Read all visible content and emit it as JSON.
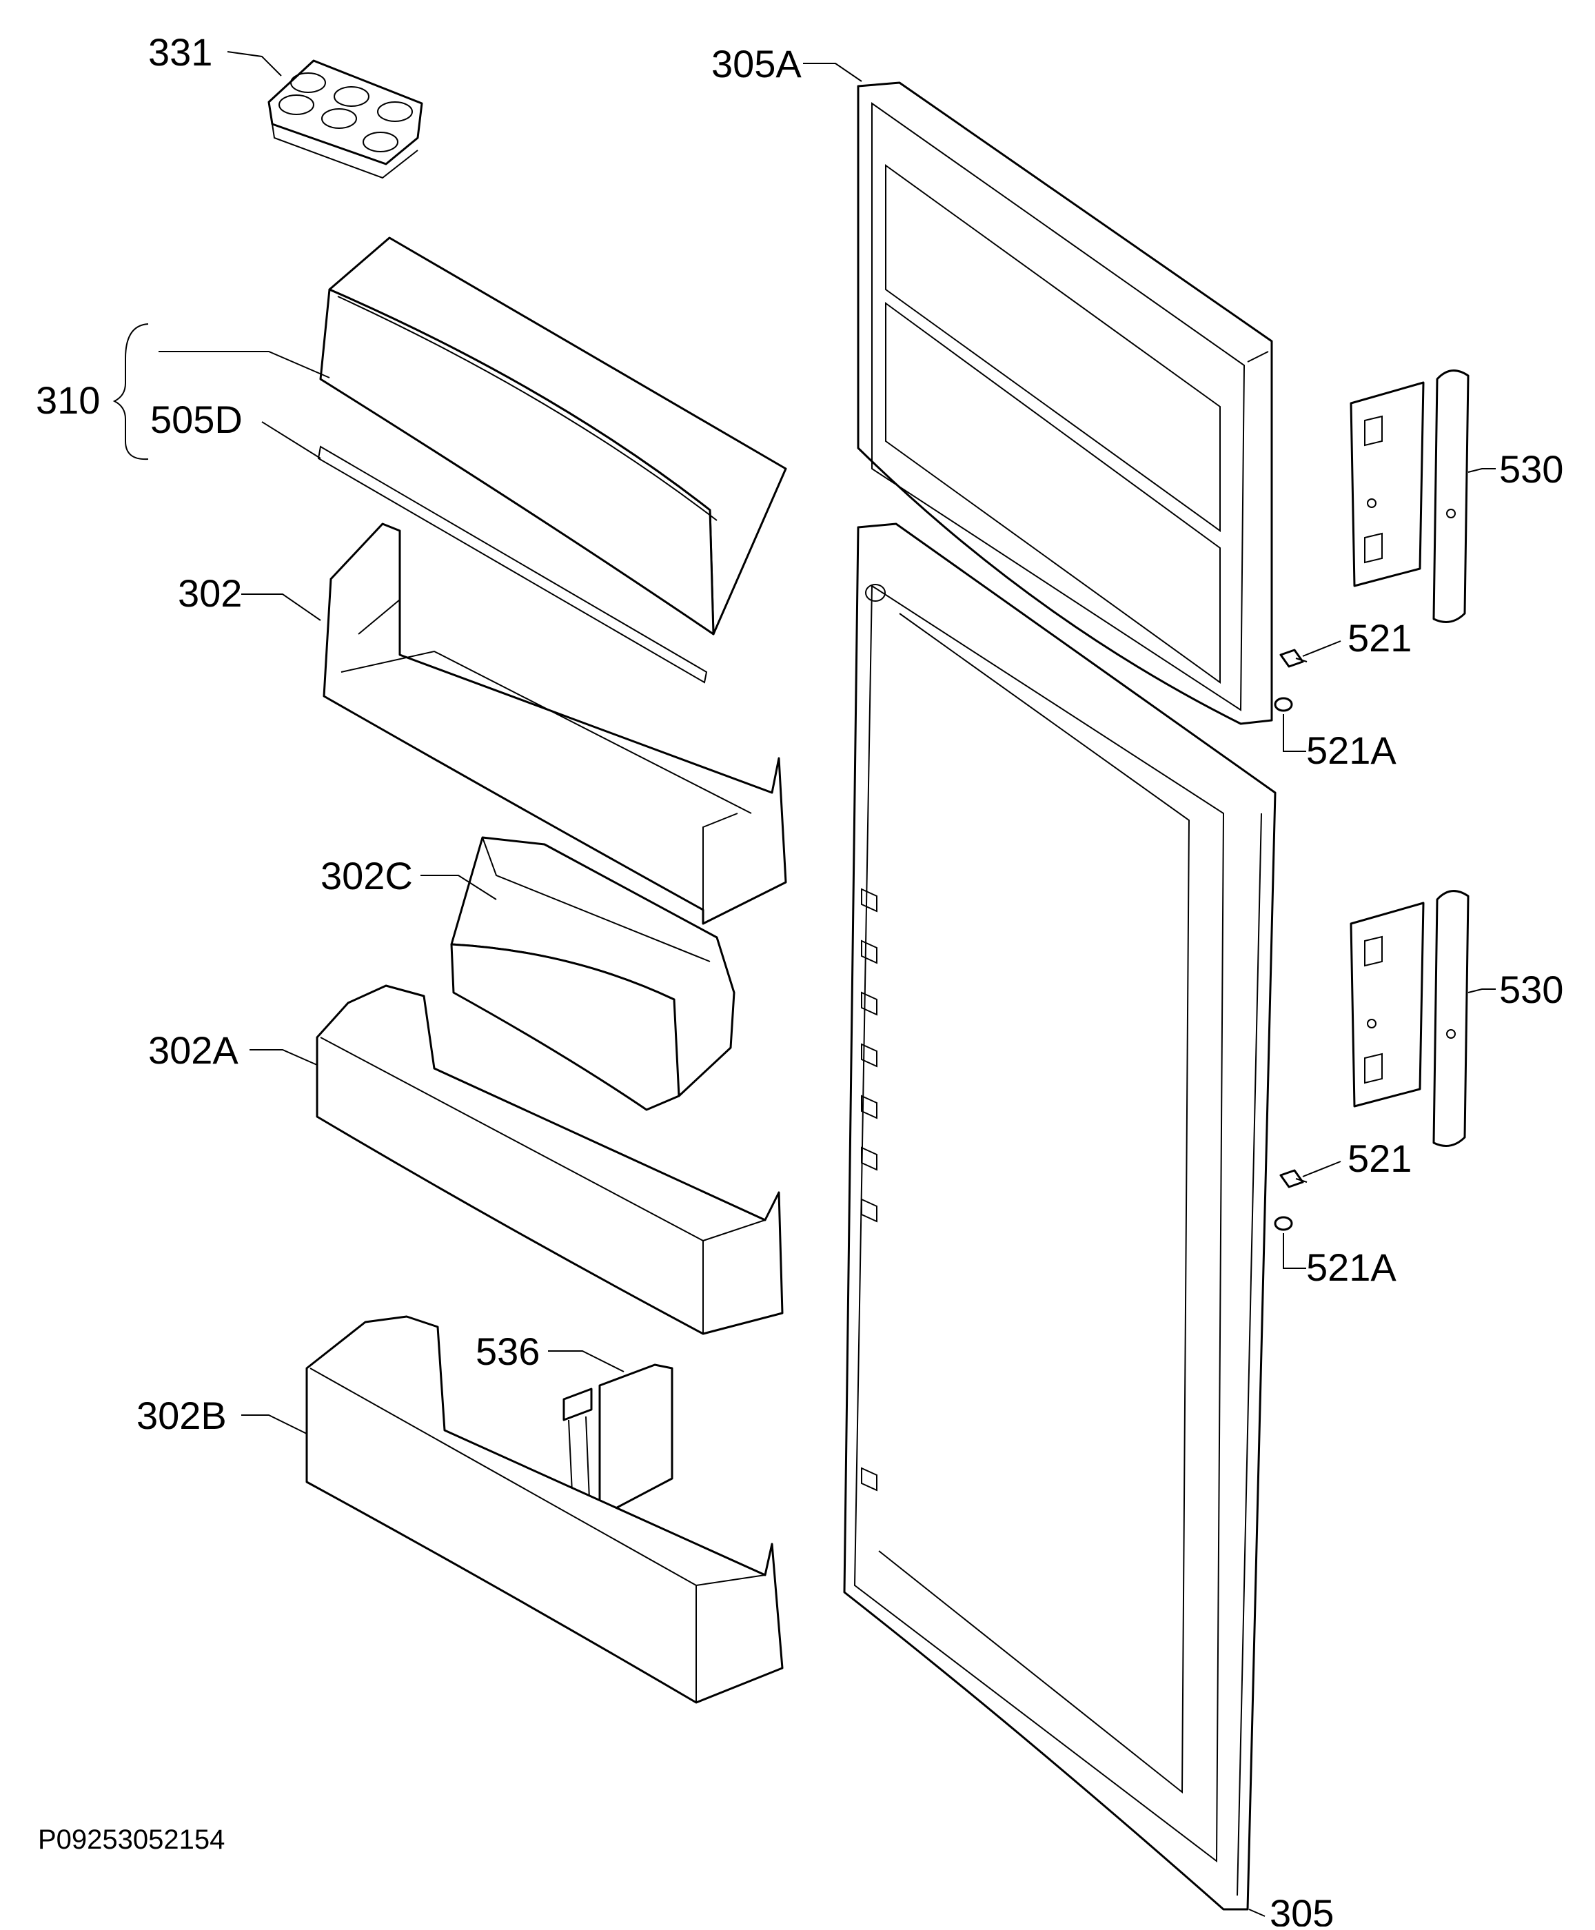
{
  "labels": {
    "p331": "331",
    "p305A": "305A",
    "p310": "310",
    "p505D": "505D",
    "p302": "302",
    "p530a": "530",
    "p521a": "521",
    "p521Aa": "521A",
    "p302C": "302C",
    "p530b": "530",
    "p302A": "302A",
    "p521b": "521",
    "p521Ab": "521A",
    "p536": "536",
    "p302B": "302B",
    "p305": "305"
  },
  "drawing_code": "P09253052154"
}
